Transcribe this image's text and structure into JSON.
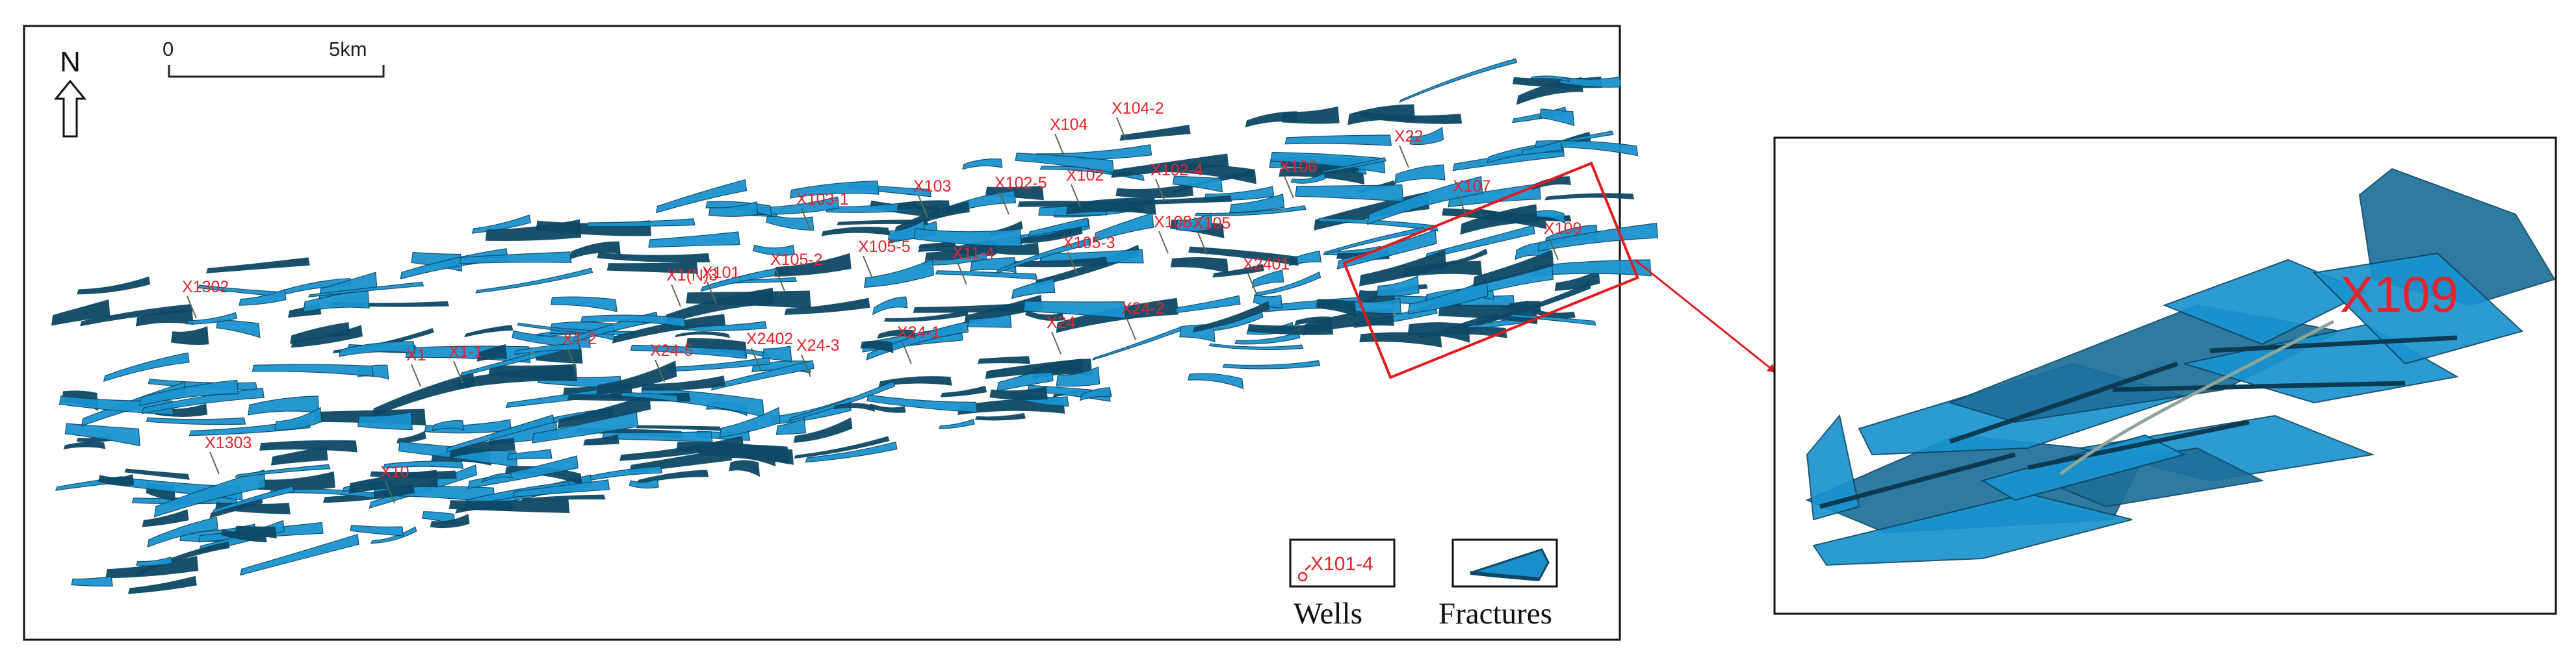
{
  "colors": {
    "fracture_light": "#1a93cf",
    "fracture_dark": "#0d4866",
    "well_label": "#e8222a",
    "callout": "#e31a1c",
    "frame": "#111111",
    "well_trace": "#5a6b4f"
  },
  "map": {
    "north_label": "N",
    "north_icon": "north-arrow-icon",
    "scale": {
      "start": "0",
      "end": "5km"
    }
  },
  "wells": [
    "X1302",
    "X1",
    "X1-1",
    "X1-2",
    "X24-5",
    "X2402",
    "X24-3",
    "X24-1",
    "X24",
    "X24-2",
    "X2401",
    "X109",
    "X105-3",
    "X11-4",
    "X105-2",
    "X105-5",
    "X1(N)3",
    "X101",
    "X103",
    "X103-1",
    "X104-2",
    "X104",
    "X102-5",
    "X102",
    "X102-4",
    "X106",
    "X108",
    "X105",
    "X107",
    "X22",
    "X1303",
    "X10",
    "X109"
  ],
  "legend": {
    "wells_sample": "X101-4",
    "wells_label": "Wells",
    "fractures_label": "Fractures"
  },
  "inset": {
    "well_label": "X109"
  }
}
